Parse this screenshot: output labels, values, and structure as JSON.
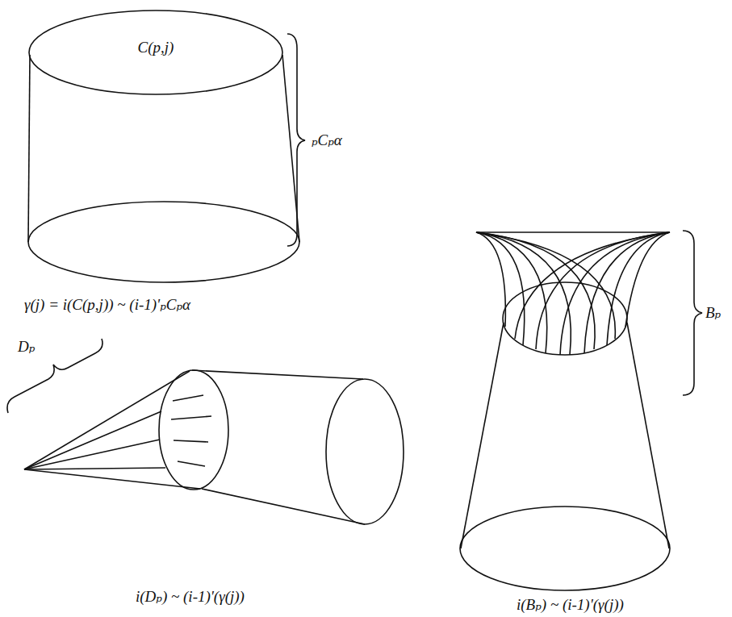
{
  "diagram": {
    "nodes": [
      {
        "text": [
          "C(p,j)"
        ]
      }
    ],
    "labels": [
      "ₚCₚα",
      "γ(j) = i(C(p,j)) ~ (i-1)'ₚCₚα",
      "Dₚ",
      "i(Dₚ) ~ (i-1)'(γ(j))",
      "Bₚ",
      "i(Bₚ) ~ (i-1)'(γ(j))"
    ]
  }
}
